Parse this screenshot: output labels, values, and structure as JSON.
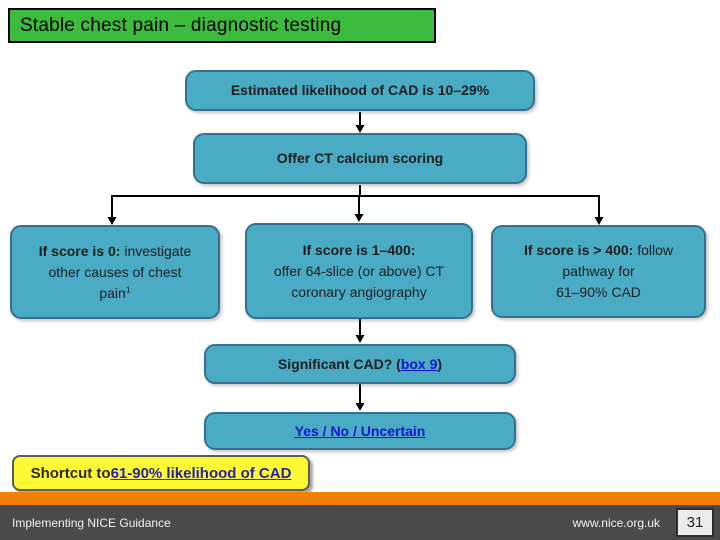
{
  "slide": {
    "title": "Stable chest pain – diagnostic testing"
  },
  "flowchart": {
    "step_likelihood": "Estimated likelihood of CAD is 10–29%",
    "step_offer": "Offer CT calcium scoring",
    "branch_score_zero": {
      "line1_bold": "If score is 0:",
      "line1_rest": " investigate",
      "line2": "other causes of chest",
      "line3_base": "pain",
      "line3_sup": "1"
    },
    "branch_score_mid": {
      "line1_bold": "If score is 1–400:",
      "line2": "offer 64-slice (or above) CT",
      "line3": "coronary angiography"
    },
    "branch_score_high": {
      "line1_bold": "If score is > 400:",
      "line1_rest": " follow",
      "line2": "pathway for",
      "line3": "61–90% CAD"
    },
    "significant": {
      "prefix": "Significant CAD? (",
      "link": "box 9",
      "suffix": ")"
    },
    "outcome": {
      "link": "Yes / No / Uncertain"
    },
    "shortcut": {
      "prefix": "Shortcut to ",
      "link": "61-90% likelihood of CAD"
    }
  },
  "footer": {
    "program": "Implementing NICE Guidance",
    "website": "www.nice.org.uk",
    "page_number": "31"
  },
  "colors": {
    "title_green": "#3dbb3d",
    "node_fill": "#4aabc5",
    "node_border": "#35718f",
    "hyperlink_blue": "#1616cc",
    "shortcut_link_blue": "#27279b",
    "shortcut_yellow": "#fff835",
    "orange_bar": "#ef8109",
    "footer_gray": "#4a4a4a"
  }
}
